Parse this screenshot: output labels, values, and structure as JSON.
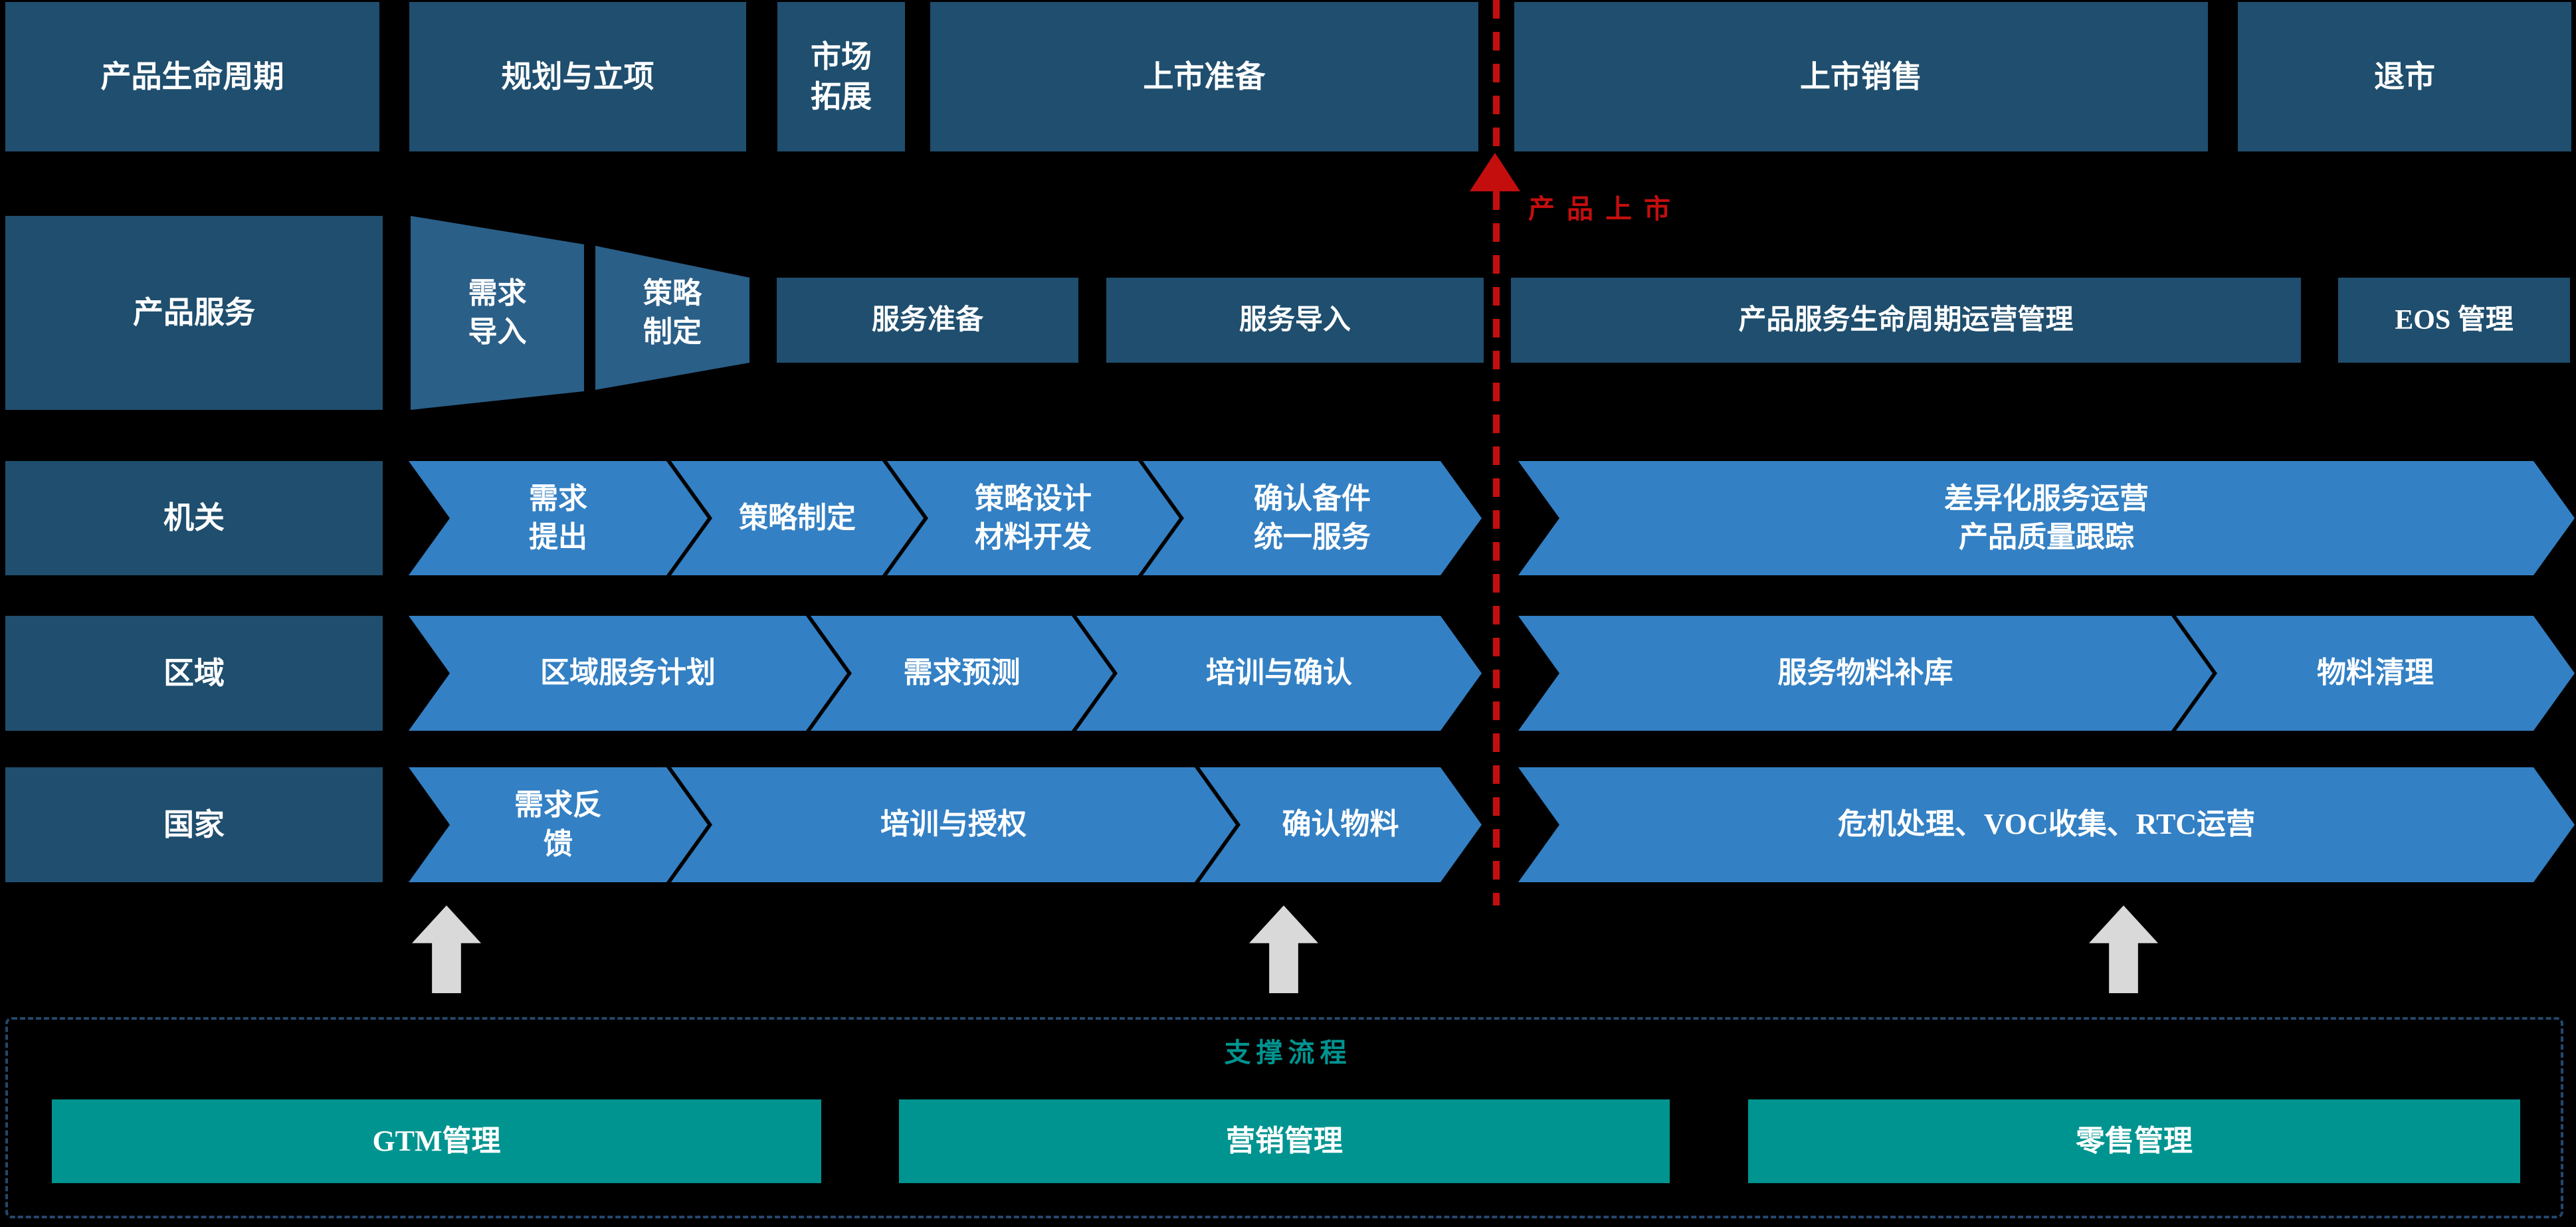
{
  "colors": {
    "background": "#000000",
    "navy": "#1F4E6E",
    "funnel_steel_blue": "#2A5F88",
    "chevron_blue": "#3380C4",
    "teal": "#009490",
    "accent_red": "#C40E0E",
    "arrow_gray": "#D9D9D9",
    "dashed_border": "#24476B"
  },
  "r1": {
    "label": "产品生命周期",
    "items": [
      "规划与立项",
      "市场\n拓展",
      "上市准备",
      "上市销售",
      "退市"
    ]
  },
  "r2": {
    "label": "产品服务",
    "funnel": [
      "需求\n导入",
      "策略\n制定"
    ],
    "boxes": [
      "服务准备",
      "服务导入",
      "产品服务生命周期运营管理",
      "EOS 管理"
    ]
  },
  "r3": {
    "label": "机关",
    "chevrons": [
      "需求\n提出",
      "策略制定",
      "策略设计\n材料开发",
      "确认备件\n统一服务",
      "差异化服务运营\n产品质量跟踪"
    ]
  },
  "r4": {
    "label": "区域",
    "chevrons": [
      "区域服务计划",
      "需求预测",
      "培训与确认",
      "服务物料补库",
      "物料清理"
    ]
  },
  "r5": {
    "label": "国家",
    "chevrons": [
      "需求反\n馈",
      "培训与授权",
      "确认物料",
      "危机处理、VOC收集、RTC运营"
    ]
  },
  "marker": {
    "label": "产品上市"
  },
  "support": {
    "title": "支撑流程",
    "boxes": [
      "GTM管理",
      "营销管理",
      "零售管理"
    ]
  }
}
